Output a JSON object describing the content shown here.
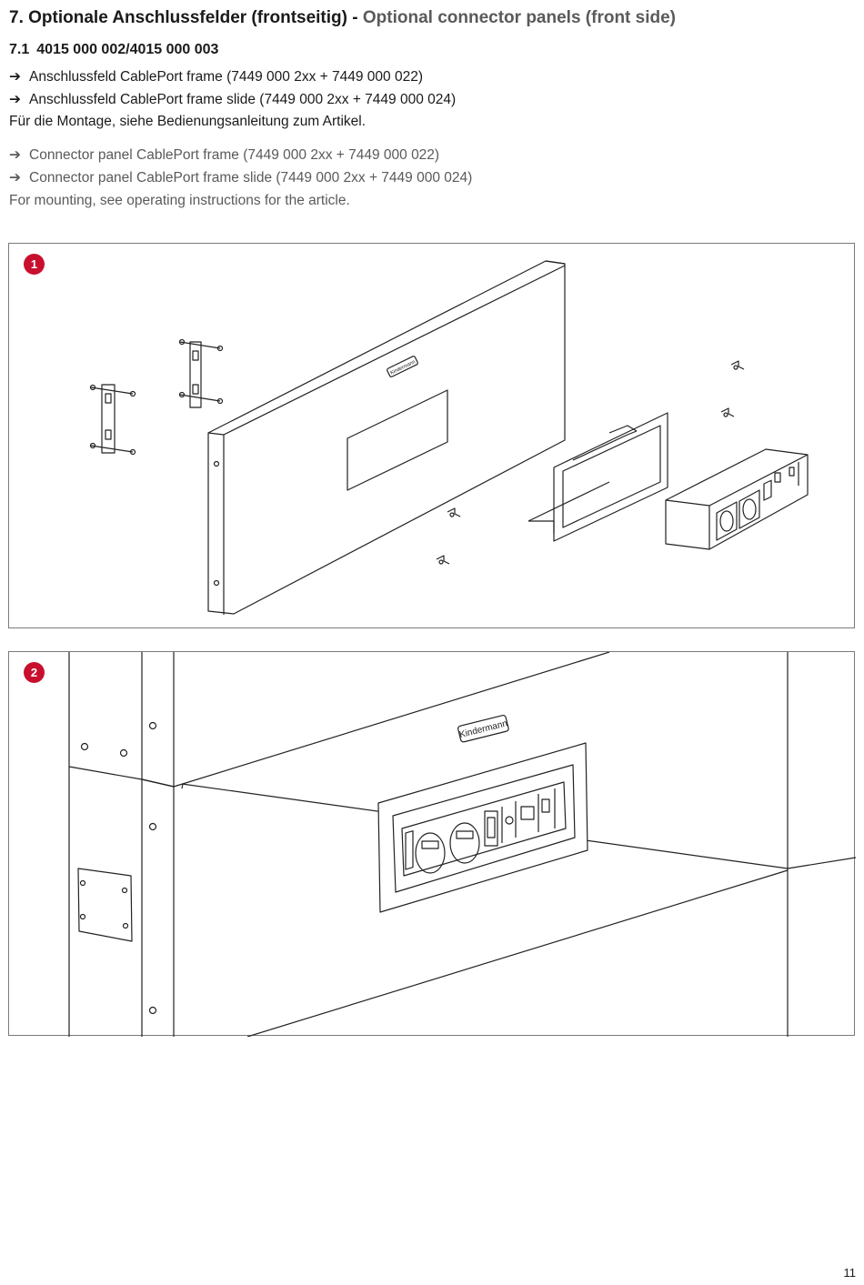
{
  "heading": {
    "number": "7.",
    "title_de": "Optionale Anschlussfelder (frontseitig)",
    "separator": "-",
    "title_en": "Optional connector panels (front side)"
  },
  "subheading": {
    "number": "7.1",
    "articles": "4015 000 002/4015 000 003"
  },
  "german": {
    "item_1": "Anschlussfeld CablePort frame (7449 000 2xx + 7449 000 022)",
    "item_2": "Anschlussfeld CablePort frame slide (7449 000 2xx + 7449 000 024)",
    "note": "Für die Montage, siehe Bedienungsanleitung zum Artikel."
  },
  "english": {
    "item_1": "Connector panel CablePort frame (7449 000 2xx + 7449 000 022)",
    "item_2": "Connector panel CablePort frame slide (7449 000 2xx + 7449 000 024)",
    "note": "For mounting, see operating instructions for the article."
  },
  "bullet_icon": "right-arrow-icon",
  "figures": {
    "step_1_badge": "1",
    "step_2_badge": "2",
    "brand_logo": "Kindermann",
    "badge_color": "#c8102e"
  },
  "page_number": "11"
}
